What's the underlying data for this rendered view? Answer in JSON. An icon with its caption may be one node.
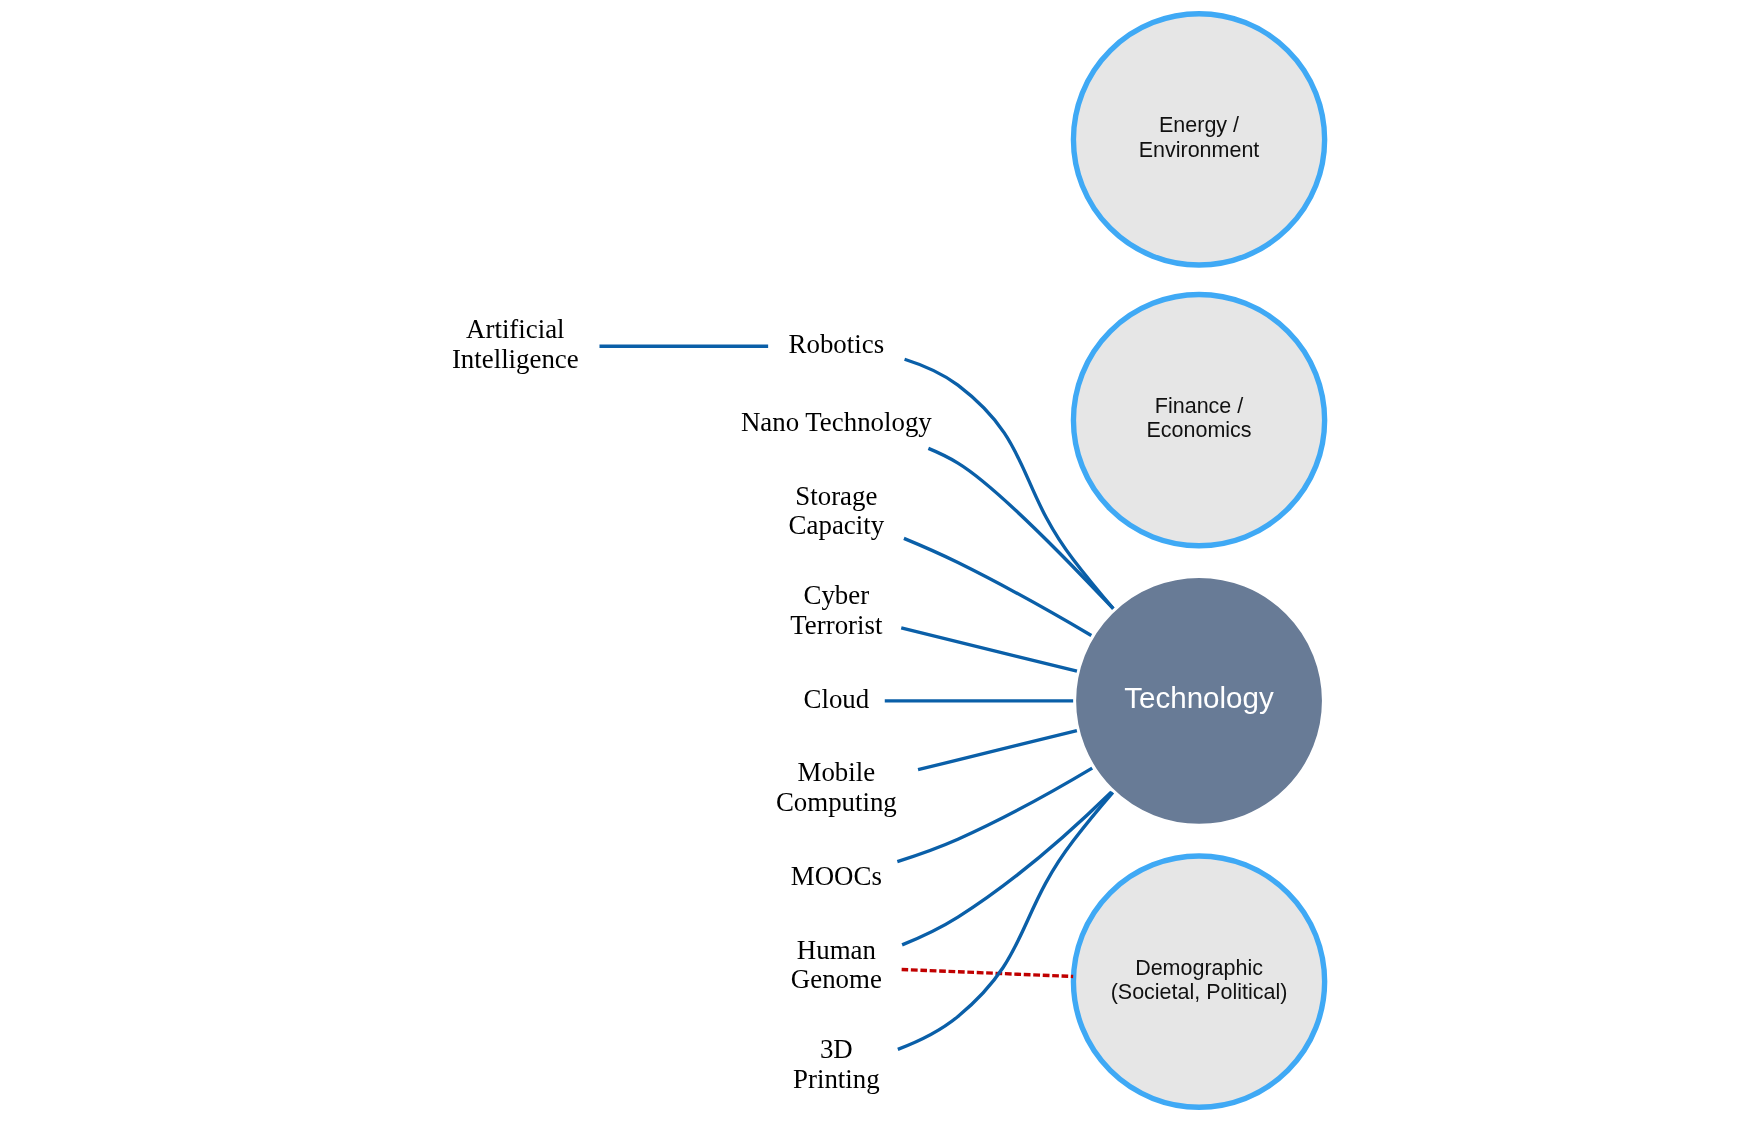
{
  "diagram": {
    "nodes": [
      {
        "text": [
          "Artificial Intelligence"
        ]
      },
      {
        "text": [
          "Nano Technology"
        ]
      },
      {
        "text": [
          "Robotics"
        ]
      },
      {
        "text": [
          "Storage Capacity"
        ]
      },
      {
        "text": [
          "Cyber Terrorist"
        ]
      },
      {
        "text": [
          "Cloud"
        ]
      },
      {
        "text": [
          "Mobile Computing"
        ]
      },
      {
        "text": [
          "MOOCs"
        ]
      },
      {
        "text": [
          "Human Genome"
        ]
      },
      {
        "text": [
          "3D Printing"
        ]
      },
      {
        "text": [
          "Finance / Economics"
        ]
      },
      {
        "text": [
          "Technology"
        ]
      },
      {
        "text": [
          "Demographic",
          "(Societal, Political)"
        ]
      },
      {
        "text": [
          "Energy / Environment"
        ]
      }
    ],
    "edges": [
      {
        "from": 0,
        "to": 2,
        "arrow": "none"
      },
      {
        "from": 1,
        "to": 11,
        "arrow": "none"
      },
      {
        "from": 2,
        "to": 11,
        "arrow": "none"
      },
      {
        "from": 3,
        "to": 11,
        "arrow": "none"
      },
      {
        "from": 4,
        "to": 11,
        "arrow": "none"
      },
      {
        "from": 5,
        "to": 11,
        "arrow": "none"
      },
      {
        "from": 6,
        "to": 11,
        "arrow": "none"
      },
      {
        "from": 7,
        "to": 11,
        "arrow": "none"
      },
      {
        "from": 8,
        "to": 11,
        "arrow": "none"
      },
      {
        "from": 9,
        "to": 11,
        "arrow": "none"
      },
      {
        "from": 8,
        "to": 12,
        "arrow": "none",
        "style": "dashed",
        "color": "#c00000"
      }
    ]
  }
}
